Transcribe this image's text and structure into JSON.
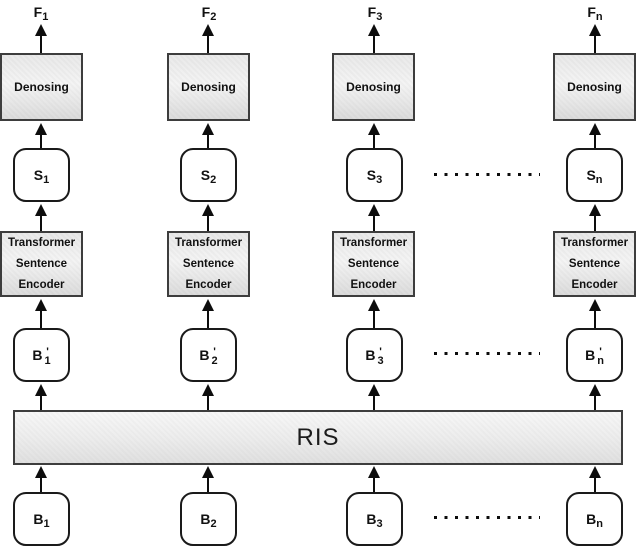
{
  "ris_label": "RIS",
  "columns": [
    {
      "f_base": "F",
      "f_sub": "1",
      "denoising_label": "Denosing",
      "s_base": "S",
      "s_sub": "1",
      "encoder_lines": [
        "Transformer",
        "Sentence",
        "Encoder"
      ],
      "b_prime_base": "B",
      "b_prime_mark": "'",
      "b_prime_sub": "1",
      "b_base": "B",
      "b_sub": "1"
    },
    {
      "f_base": "F",
      "f_sub": "2",
      "denoising_label": "Denosing",
      "s_base": "S",
      "s_sub": "2",
      "encoder_lines": [
        "Transformer",
        "Sentence",
        "Encoder"
      ],
      "b_prime_base": "B",
      "b_prime_mark": "'",
      "b_prime_sub": "2",
      "b_base": "B",
      "b_sub": "2"
    },
    {
      "f_base": "F",
      "f_sub": "3",
      "denoising_label": "Denosing",
      "s_base": "S",
      "s_sub": "3",
      "encoder_lines": [
        "Transformer",
        "Sentence",
        "Encoder"
      ],
      "b_prime_base": "B",
      "b_prime_mark": "'",
      "b_prime_sub": "3",
      "b_base": "B",
      "b_sub": "3"
    },
    {
      "f_base": "F",
      "f_sub": "n",
      "denoising_label": "Denosing",
      "s_base": "S",
      "s_sub": "n",
      "encoder_lines": [
        "Transformer",
        "Sentence",
        "Encoder"
      ],
      "b_prime_base": "B",
      "b_prime_mark": "'",
      "b_prime_sub": "n",
      "b_base": "B",
      "b_sub": "n"
    }
  ],
  "colors": {
    "background": "#ffffff",
    "box_border": "#3d3d3d",
    "rounded_box_border": "#1a1a1a",
    "box_fill_light": "#f4f4f4",
    "box_fill_dark": "#dcdcdc",
    "text": "#111111",
    "arrow": "#0d0d0d"
  }
}
